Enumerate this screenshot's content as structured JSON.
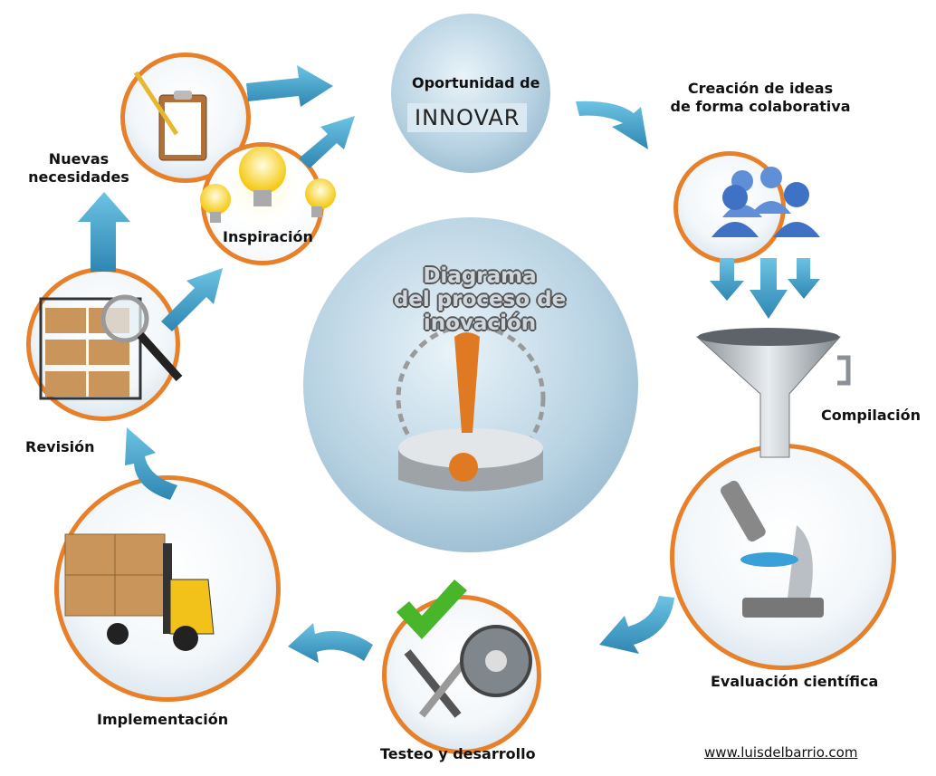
{
  "diagram": {
    "title_line1": "Diagrama",
    "title_line2": "del proceso de inovación",
    "opportunity_line1": "Oportunidad de",
    "opportunity_line2": "INNOVAR",
    "steps": {
      "creation_line1": "Creación de ideas",
      "creation_line2": "de forma colaborativa",
      "compilation": "Compilación",
      "evaluation": "Evaluación científica",
      "testing": "Testeo y desarrollo",
      "implementation": "Implementación",
      "review": "Revisión",
      "needs_line1": "Nuevas",
      "needs_line2": "necesidades",
      "inspiration": "Inspiración"
    },
    "website": "www.luisdelbarrio.com"
  },
  "colors": {
    "ring": "#e8802a",
    "arrow": "#3f9cc4",
    "circle_blue": "#9fc0d5",
    "exclamation": "#e07a22"
  }
}
